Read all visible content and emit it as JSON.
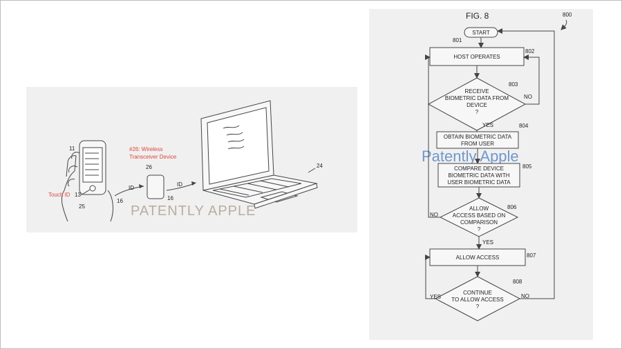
{
  "left_figure": {
    "callout": [
      "#26: Wireless",
      "Transceiver Device"
    ],
    "touch_id": "Touch ID",
    "watermark": "PATENTLY APPLE",
    "refs": {
      "phone": "11",
      "touch_sensor": "13",
      "hand": "25",
      "link1": "16",
      "device": "26",
      "link2": "16",
      "laptop": "24"
    },
    "signal_labels": [
      "ID",
      "ID"
    ]
  },
  "flowchart": {
    "title": "FIG. 8",
    "figure_ref": "800",
    "start": {
      "label": "START",
      "ref": "801"
    },
    "steps": [
      {
        "ref": "802",
        "lines": [
          "HOST OPERATES"
        ]
      },
      {
        "ref": "803",
        "lines": [
          "RECEIVE",
          "BIOMETRIC DATA FROM",
          "DEVICE",
          "?"
        ]
      },
      {
        "ref": "804",
        "lines": [
          "OBTAIN BIOMETRIC DATA",
          "FROM USER"
        ]
      },
      {
        "ref": "805",
        "lines": [
          "COMPARE DEVICE",
          "BIOMETRIC DATA WITH",
          "USER BIOMETRIC DATA"
        ]
      },
      {
        "ref": "806",
        "lines": [
          "ALLOW",
          "ACCESS BASED ON",
          "COMPARISON",
          "?"
        ]
      },
      {
        "ref": "807",
        "lines": [
          "ALLOW ACCESS"
        ]
      },
      {
        "ref": "808",
        "lines": [
          "CONTINUE",
          "TO ALLOW ACCESS",
          "?"
        ]
      }
    ],
    "branch_labels": {
      "d803_no": "NO",
      "d803_yes": "YES",
      "d806_no": "NO",
      "d806_yes": "YES",
      "d808_yes": "YES",
      "d808_no": "NO"
    },
    "watermark": "Patently Apple"
  }
}
